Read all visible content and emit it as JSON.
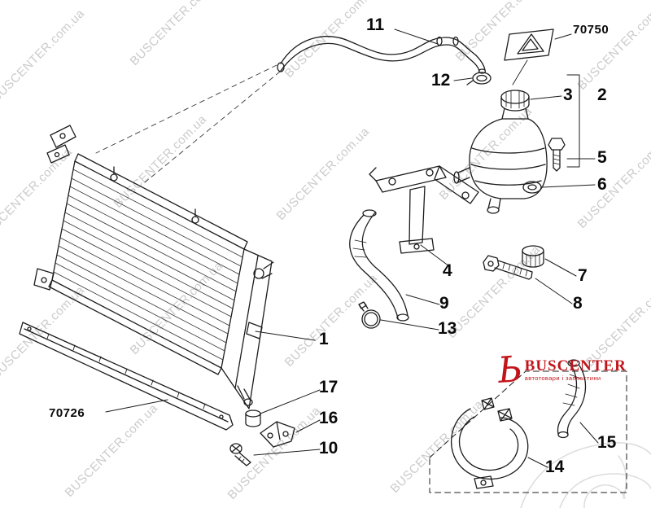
{
  "watermark": {
    "text": "BUSCENTER.com.ua"
  },
  "logo": {
    "mark": "Ь",
    "title": "BUSCENTER",
    "subtitle": "автотовари і запчастини"
  },
  "codes": {
    "triangle": "70750",
    "crossmember": "70726"
  },
  "callouts": [
    {
      "label": "1"
    },
    {
      "label": "2"
    },
    {
      "label": "3"
    },
    {
      "label": "4"
    },
    {
      "label": "5"
    },
    {
      "label": "6"
    },
    {
      "label": "7"
    },
    {
      "label": "8"
    },
    {
      "label": "9"
    },
    {
      "label": "10"
    },
    {
      "label": "11"
    },
    {
      "label": "12"
    },
    {
      "label": "13"
    },
    {
      "label": "14"
    },
    {
      "label": "15"
    },
    {
      "label": "16"
    },
    {
      "label": "17"
    }
  ]
}
